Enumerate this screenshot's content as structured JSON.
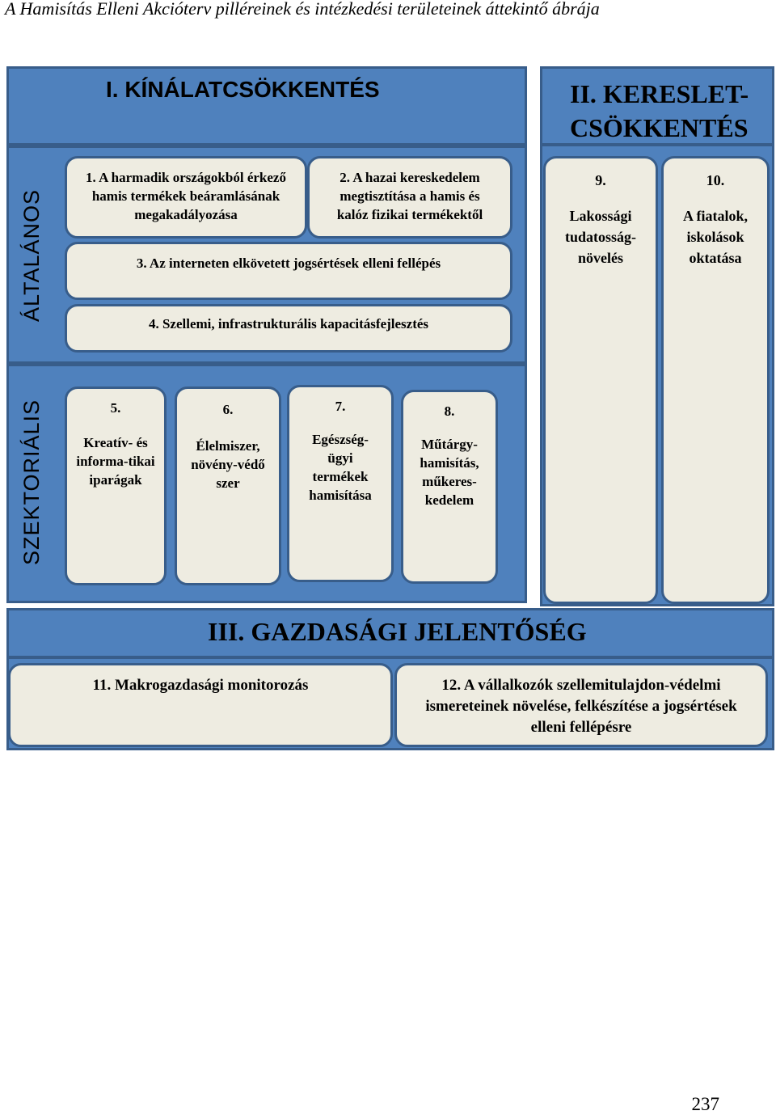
{
  "caption": "A Hamisítás Elleni Akcióterv pilléreinek és intézkedési területeinek áttekintő ábrája",
  "pillars": {
    "supply": "I. KÍNÁLATCSÖKKENTÉS",
    "demand_line1": "II. KERESLET-",
    "demand_line2": "CSÖKKENTÉS",
    "economic": "III. GAZDASÁGI JELENTŐSÉG"
  },
  "row_labels": {
    "general": "ÁLTALÁNOS",
    "sectoral": "SZEKTORIÁLIS"
  },
  "areas": {
    "a1": "1. A harmadik országokból érkező hamis termékek beáramlásának megakadályozása",
    "a2": "2. A hazai kereskedelem megtisztítása a hamis és kalóz fizikai termékektől",
    "a3": "3. Az interneten elkövetett jogsértések elleni fellépés",
    "a4": "4. Szellemi, infrastrukturális kapacitásfejlesztés",
    "a5_num": "5.",
    "a5_text": "Kreatív- és informa-tikai iparágak",
    "a6_num": "6.",
    "a6_text": "Élelmiszer, növény-védő szer",
    "a7_num": "7.",
    "a7_text": "Egészség-ügyi termékek hamisítása",
    "a8_num": "8.",
    "a8_text": "Műtárgy-hamisítás, műkeres-kedelem",
    "a9_num": "9.",
    "a9_text": "Lakossági tudatosság-növelés",
    "a10_num": "10.",
    "a10_text": "A fiatalok, iskolások oktatása",
    "a11": "11. Makrogazdasági monitorozás",
    "a12": "12. A vállalkozók szellemitulajdon-védelmi ismereteinek növelése, felkészítése a jogsértések elleni fellépésre"
  },
  "page_number": "237",
  "colors": {
    "pillar_fill": "#4f81bd",
    "pillar_border": "#385d8a",
    "box_fill": "#eeece1"
  }
}
